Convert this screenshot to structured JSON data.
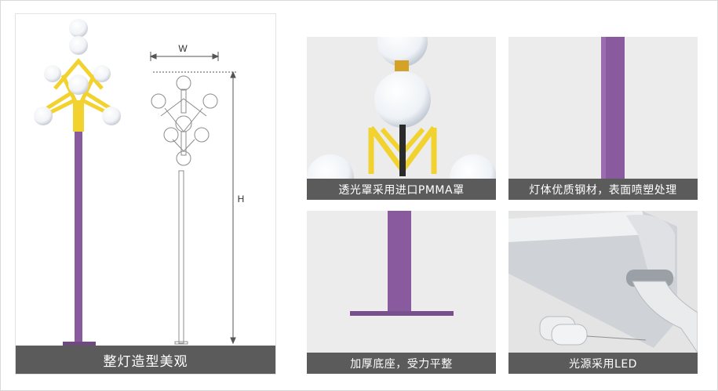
{
  "main_caption": "整灯造型美观",
  "dimension_labels": {
    "width": "W",
    "height": "H"
  },
  "tiles": [
    {
      "caption": "透光罩采用进口PMMA罩"
    },
    {
      "caption": "灯体优质钢材，表面喷塑处理"
    },
    {
      "caption": "加厚底座，受力平整"
    },
    {
      "caption": "光源采用LED"
    }
  ],
  "colors": {
    "pole_purple": "#8a5a9e",
    "bracket_yellow": "#f2d22e",
    "caption_bg": "#5b5b5b",
    "tile_bg": "#ececec"
  }
}
